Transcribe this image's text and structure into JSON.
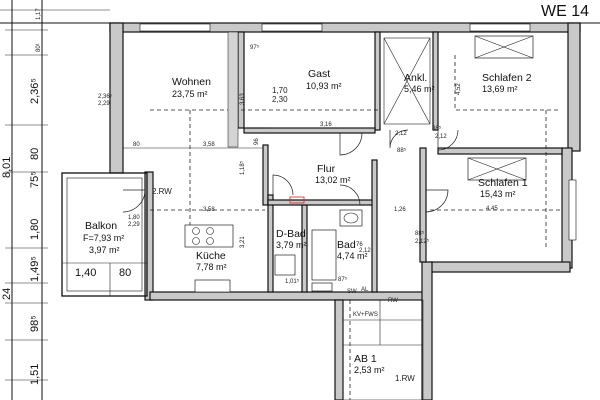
{
  "unit_label": "WE 14",
  "rooms": {
    "wohnen": {
      "name": "Wohnen",
      "area": "23,75 m²"
    },
    "gast": {
      "name": "Gast",
      "area": "10,93 m²"
    },
    "ankl": {
      "name": "Ankl.",
      "area": "5,46 m²"
    },
    "schlafen2": {
      "name": "Schlafen 2",
      "area": "13,69 m²"
    },
    "flur": {
      "name": "Flur",
      "area": "13,02 m²"
    },
    "schlafen1": {
      "name": "Schlafen 1",
      "area": "15,43 m²"
    },
    "balkon": {
      "name": "Balkon",
      "area_f": "F=7,93 m²",
      "area": "3,97 m²"
    },
    "kueche": {
      "name": "Küche",
      "area": "7,78 m²"
    },
    "dbad": {
      "name": "D-Bad",
      "area": "3,79 m²"
    },
    "bad": {
      "name": "Bad",
      "area": "4,74 m²"
    },
    "ab1": {
      "name": "AB 1",
      "area": "2,53 m²"
    }
  },
  "rw_labels": {
    "rw_left": "2.RW",
    "rw_bottom": "1.RW"
  },
  "left_dimensions": [
    "8,01",
    "2,36⁵",
    "80",
    "75⁵",
    "1,80",
    "1,49⁵",
    "24",
    "98⁵",
    "1,51",
    "80¹",
    "1,17"
  ],
  "balcony_dimensions": {
    "width": "1,40",
    "side": "80"
  },
  "inner_dimensions": {
    "d_170": "1,70",
    "d_230": "2,30",
    "d_316": "3,16",
    "d_358a": "3,58",
    "d_358b": "3,58",
    "d_80": "80",
    "d_212a": "2,12",
    "d_212b": "2,12",
    "d_212c": "2,12⁵",
    "d_212d": "2,12",
    "d_88a": "88⁵",
    "d_88b": "88⁵",
    "d_88c": "88⁵",
    "d_126": "1,26",
    "d_445": "4,45",
    "d_452": "4,52",
    "d_321": "3,21",
    "d_118": "1,18⁵",
    "d_363": "3,63",
    "d_96": "96",
    "d_180": "1,80",
    "d_229": "2,29",
    "d_236": "2,36⁵",
    "d_229b": "2,29",
    "d_101": "1,01⁵",
    "d_87": "87⁵",
    "d_76": "76",
    "d_97": "97⁵",
    "d_ssw": "SW",
    "d_kv": "KV+FWS",
    "d_al": "AL",
    "d_rw": "RW"
  }
}
